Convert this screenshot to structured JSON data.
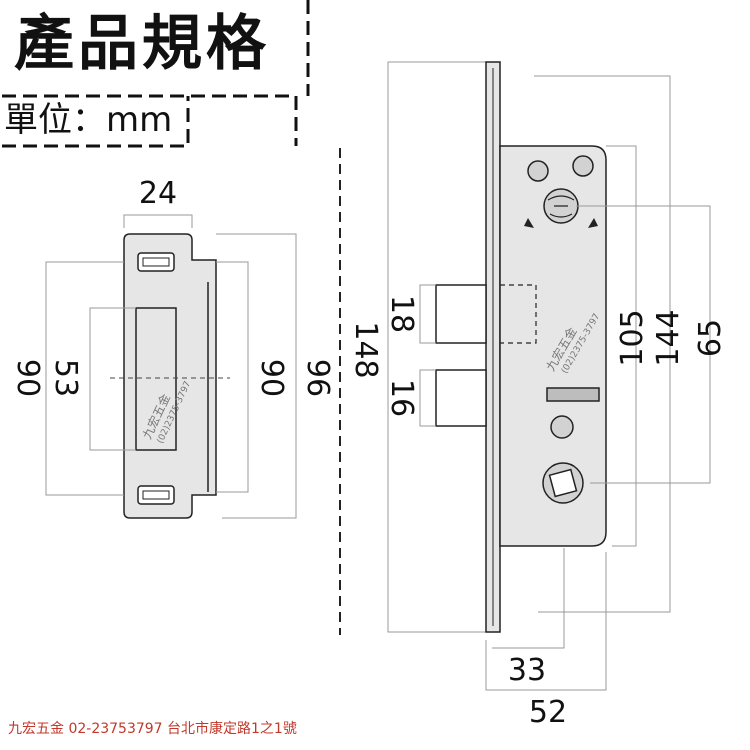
{
  "header": {
    "title": "產品規格",
    "unit": "單位：mm"
  },
  "dimensions": {
    "strike_width": "24",
    "strike_outer_height": "90",
    "strike_opening": "53",
    "strike_rail_height": "90",
    "strike_total_height": "96",
    "faceplate_height": "148",
    "latch_height": "18",
    "deadbolt_height": "16",
    "handle_spacing": "105",
    "case_height": "144",
    "cylinder_to_handle": "65",
    "backset_handle": "33",
    "backset_case": "52"
  },
  "watermark": {
    "name": "九宏五金",
    "phone": "(02)2375-3797"
  },
  "footer": {
    "text": "九宏五金  02-23753797  台北市康定路1之1號"
  },
  "colors": {
    "outline": "#222222",
    "plate_fill": "#e6e6e6",
    "dim_line": "#9a9a9a",
    "footer": "#c0392b"
  }
}
